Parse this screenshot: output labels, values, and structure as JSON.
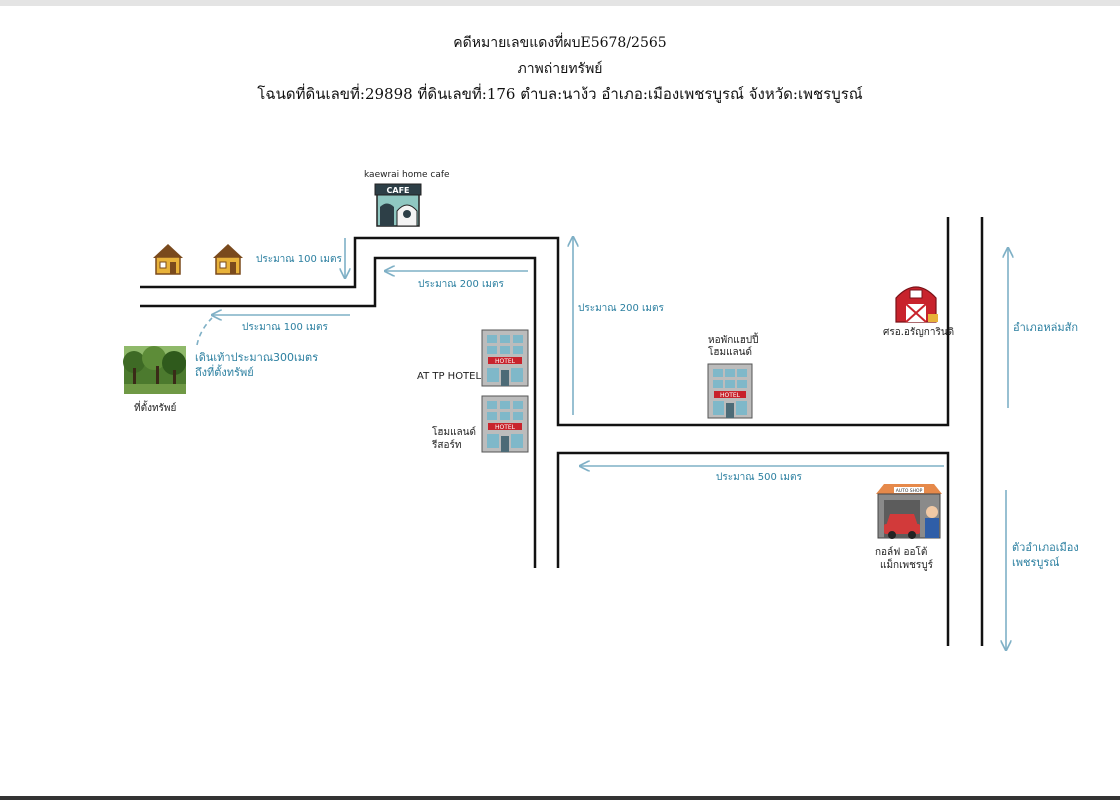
{
  "header": {
    "case_line": "คดีหมายเลขแดงที่ผบE5678/2565",
    "subtitle": "ภาพถ่ายทรัพย์",
    "deed_line": "โฉนดที่ดินเลขที่:29898 ที่ดินเลขที่:176 ตำบล:นาง้ว อำเภอ:เมืองเพชรบูรณ์ จังหวัด:เพชรบูรณ์"
  },
  "places": {
    "cafe": "kaewrai home cafe",
    "cafe_sign": "CAFE",
    "property": "ที่ตั้งทรัพย์",
    "at_tp_hotel": "AT TP HOTEL",
    "resort_1": "โฮมแลนด์",
    "resort_2": "รีสอร์ท",
    "dorm_1": "หอพักแฮปปี้",
    "dorm_2": "โฮมแลนด์",
    "farm": "ศรอ.อรัญการินดิ",
    "garage_1": "กอล์ฟ ออโต้",
    "garage_2": "แม็กเพชรบูร์",
    "hotel_sign": "HOTEL",
    "shop_sign": "AUTO SHOP"
  },
  "distances": {
    "d100_top": "ประมาณ 100 เมตร",
    "d200_upper": "ประมาณ 200 เมตร",
    "d100_lower": "ประมาณ 100 เมตร",
    "walk_1": "เดินเท้าประมาณ300เมตร",
    "walk_2": "ถึงที่ตั้งทรัพย์",
    "d200_vertical": "ประมาณ 200 เมตร",
    "d500": "ประมาณ 500 เมตร"
  },
  "directions": {
    "to_lomsak": "อำเภอหล่มสัก",
    "to_city_1": "ตัวอำเภอเมือง",
    "to_city_2": "เพชรบูรณ์"
  },
  "colors": {
    "road": "#111111",
    "arrow": "#7fb0c6",
    "distance_text": "#2b7fa0",
    "house": "#e8b23a",
    "barn": "#c8232c",
    "forest": "#4c7a2e"
  },
  "icons": [
    "house-icon",
    "cafe-icon",
    "hotel-icon",
    "barn-icon",
    "auto-shop-icon",
    "forest-photo"
  ]
}
